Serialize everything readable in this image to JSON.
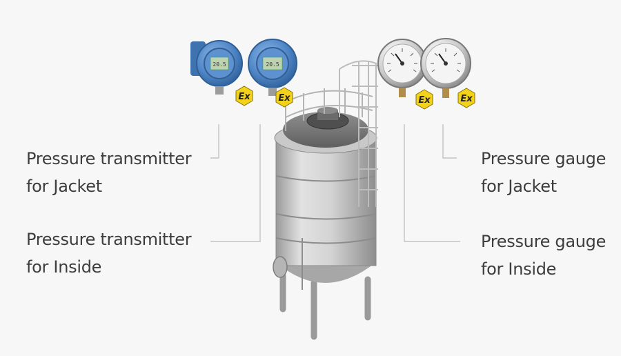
{
  "labels": {
    "pt_jacket": {
      "line1": "Pressure transmitter",
      "line2": "for Jacket"
    },
    "pt_inside": {
      "line1": "Pressure transmitter",
      "line2": "for Inside"
    },
    "pg_jacket": {
      "line1": "Pressure gauge",
      "line2": "for Jacket"
    },
    "pg_inside": {
      "line1": "Pressure gauge",
      "line2": "for Inside"
    }
  },
  "icons": [
    "pressure-transmitter-icon",
    "pressure-gauge-icon",
    "atex-ex-badge-icon",
    "vessel-tank-icon"
  ],
  "colors": {
    "background": "#f7f7f7",
    "text": "#3d3d3d",
    "leader_line": "#b9b9b9",
    "transmitter_blue": "#4f86c6",
    "ex_badge_yellow": "#f2d21b",
    "vessel_grey": "#cfcfcf",
    "gauge_face": "#f4f4f4"
  }
}
